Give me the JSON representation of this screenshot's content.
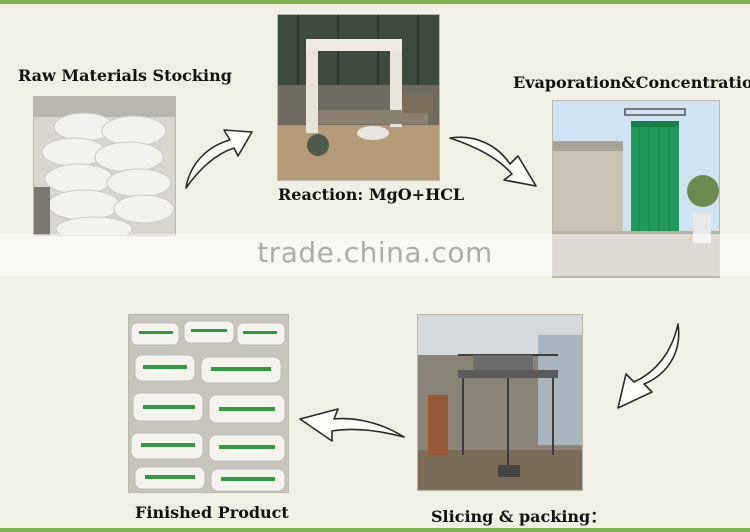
{
  "steps": {
    "raw_materials": "Raw Materials Stocking",
    "reaction": "Reaction: MgO+HCL",
    "evaporation": "Evaporation&Concentration",
    "slicing": "Slicing & packing：",
    "finished": "Finished Product"
  },
  "watermark": "trade.china.com",
  "colors": {
    "accent_bar": "#7fb24a",
    "background": "#f1f0e4",
    "arrow_stroke": "#2a2a2a",
    "tower_green": "#1f9a5a"
  },
  "icons": [
    "curved-arrow-icon"
  ]
}
